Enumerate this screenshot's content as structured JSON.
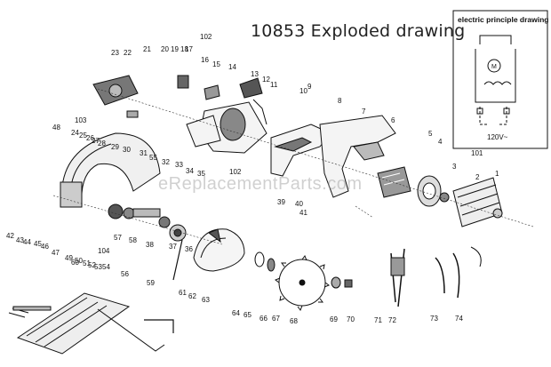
{
  "title": "10853 Exploded drawing",
  "inset": {
    "title": "electric principle drawing",
    "voltage": "120V~"
  },
  "watermark": "eReplacementParts.com",
  "part_labels": [
    "1",
    "2",
    "3",
    "4",
    "5",
    "6",
    "7",
    "8",
    "9",
    "10",
    "11",
    "12",
    "13",
    "14",
    "15",
    "16",
    "17",
    "18",
    "19",
    "20",
    "21",
    "22",
    "23",
    "24",
    "25",
    "26",
    "27",
    "28",
    "29",
    "30",
    "31",
    "32",
    "33",
    "34",
    "35",
    "36",
    "37",
    "38",
    "39",
    "40",
    "41",
    "42",
    "43",
    "44",
    "45",
    "46",
    "47",
    "48",
    "49",
    "50",
    "51",
    "52",
    "53",
    "54",
    "55",
    "56",
    "57",
    "58",
    "59",
    "60",
    "61",
    "62",
    "63",
    "64",
    "65",
    "66",
    "67",
    "68",
    "69",
    "70",
    "71",
    "72",
    "73",
    "74",
    "101",
    "102",
    "103",
    "104"
  ]
}
